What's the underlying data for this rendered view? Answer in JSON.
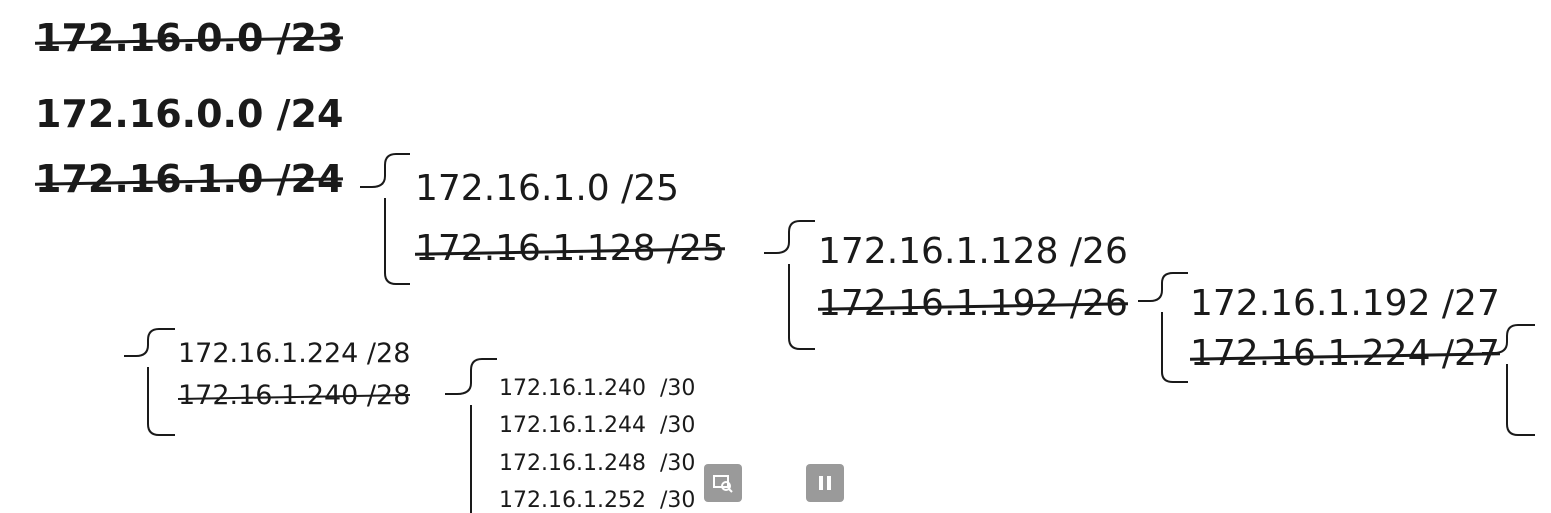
{
  "diagram": {
    "level0": {
      "parent": "172.16.0.0 /23",
      "first_half": "172.16.0.0 /24",
      "second_half": "172.16.1.0 /24"
    },
    "level1": {
      "first_half": "172.16.1.0 /25",
      "second_half": "172.16.1.128 /25"
    },
    "level2": {
      "first_half": "172.16.1.128 /26",
      "second_half": "172.16.1.192 /26"
    },
    "level3": {
      "first_half": "172.16.1.192 /27",
      "second_half": "172.16.1.224 /27"
    },
    "level4": {
      "first_half": "172.16.1.224 /28",
      "second_half": "172.16.1.240 /28"
    },
    "level5": {
      "subnets": [
        "172.16.1.240  /30",
        "172.16.1.244  /30",
        "172.16.1.248  /30",
        "172.16.1.252  /30"
      ]
    }
  },
  "player": {
    "left_icon": "zoom-icon",
    "right_icon": "pause-icon"
  }
}
